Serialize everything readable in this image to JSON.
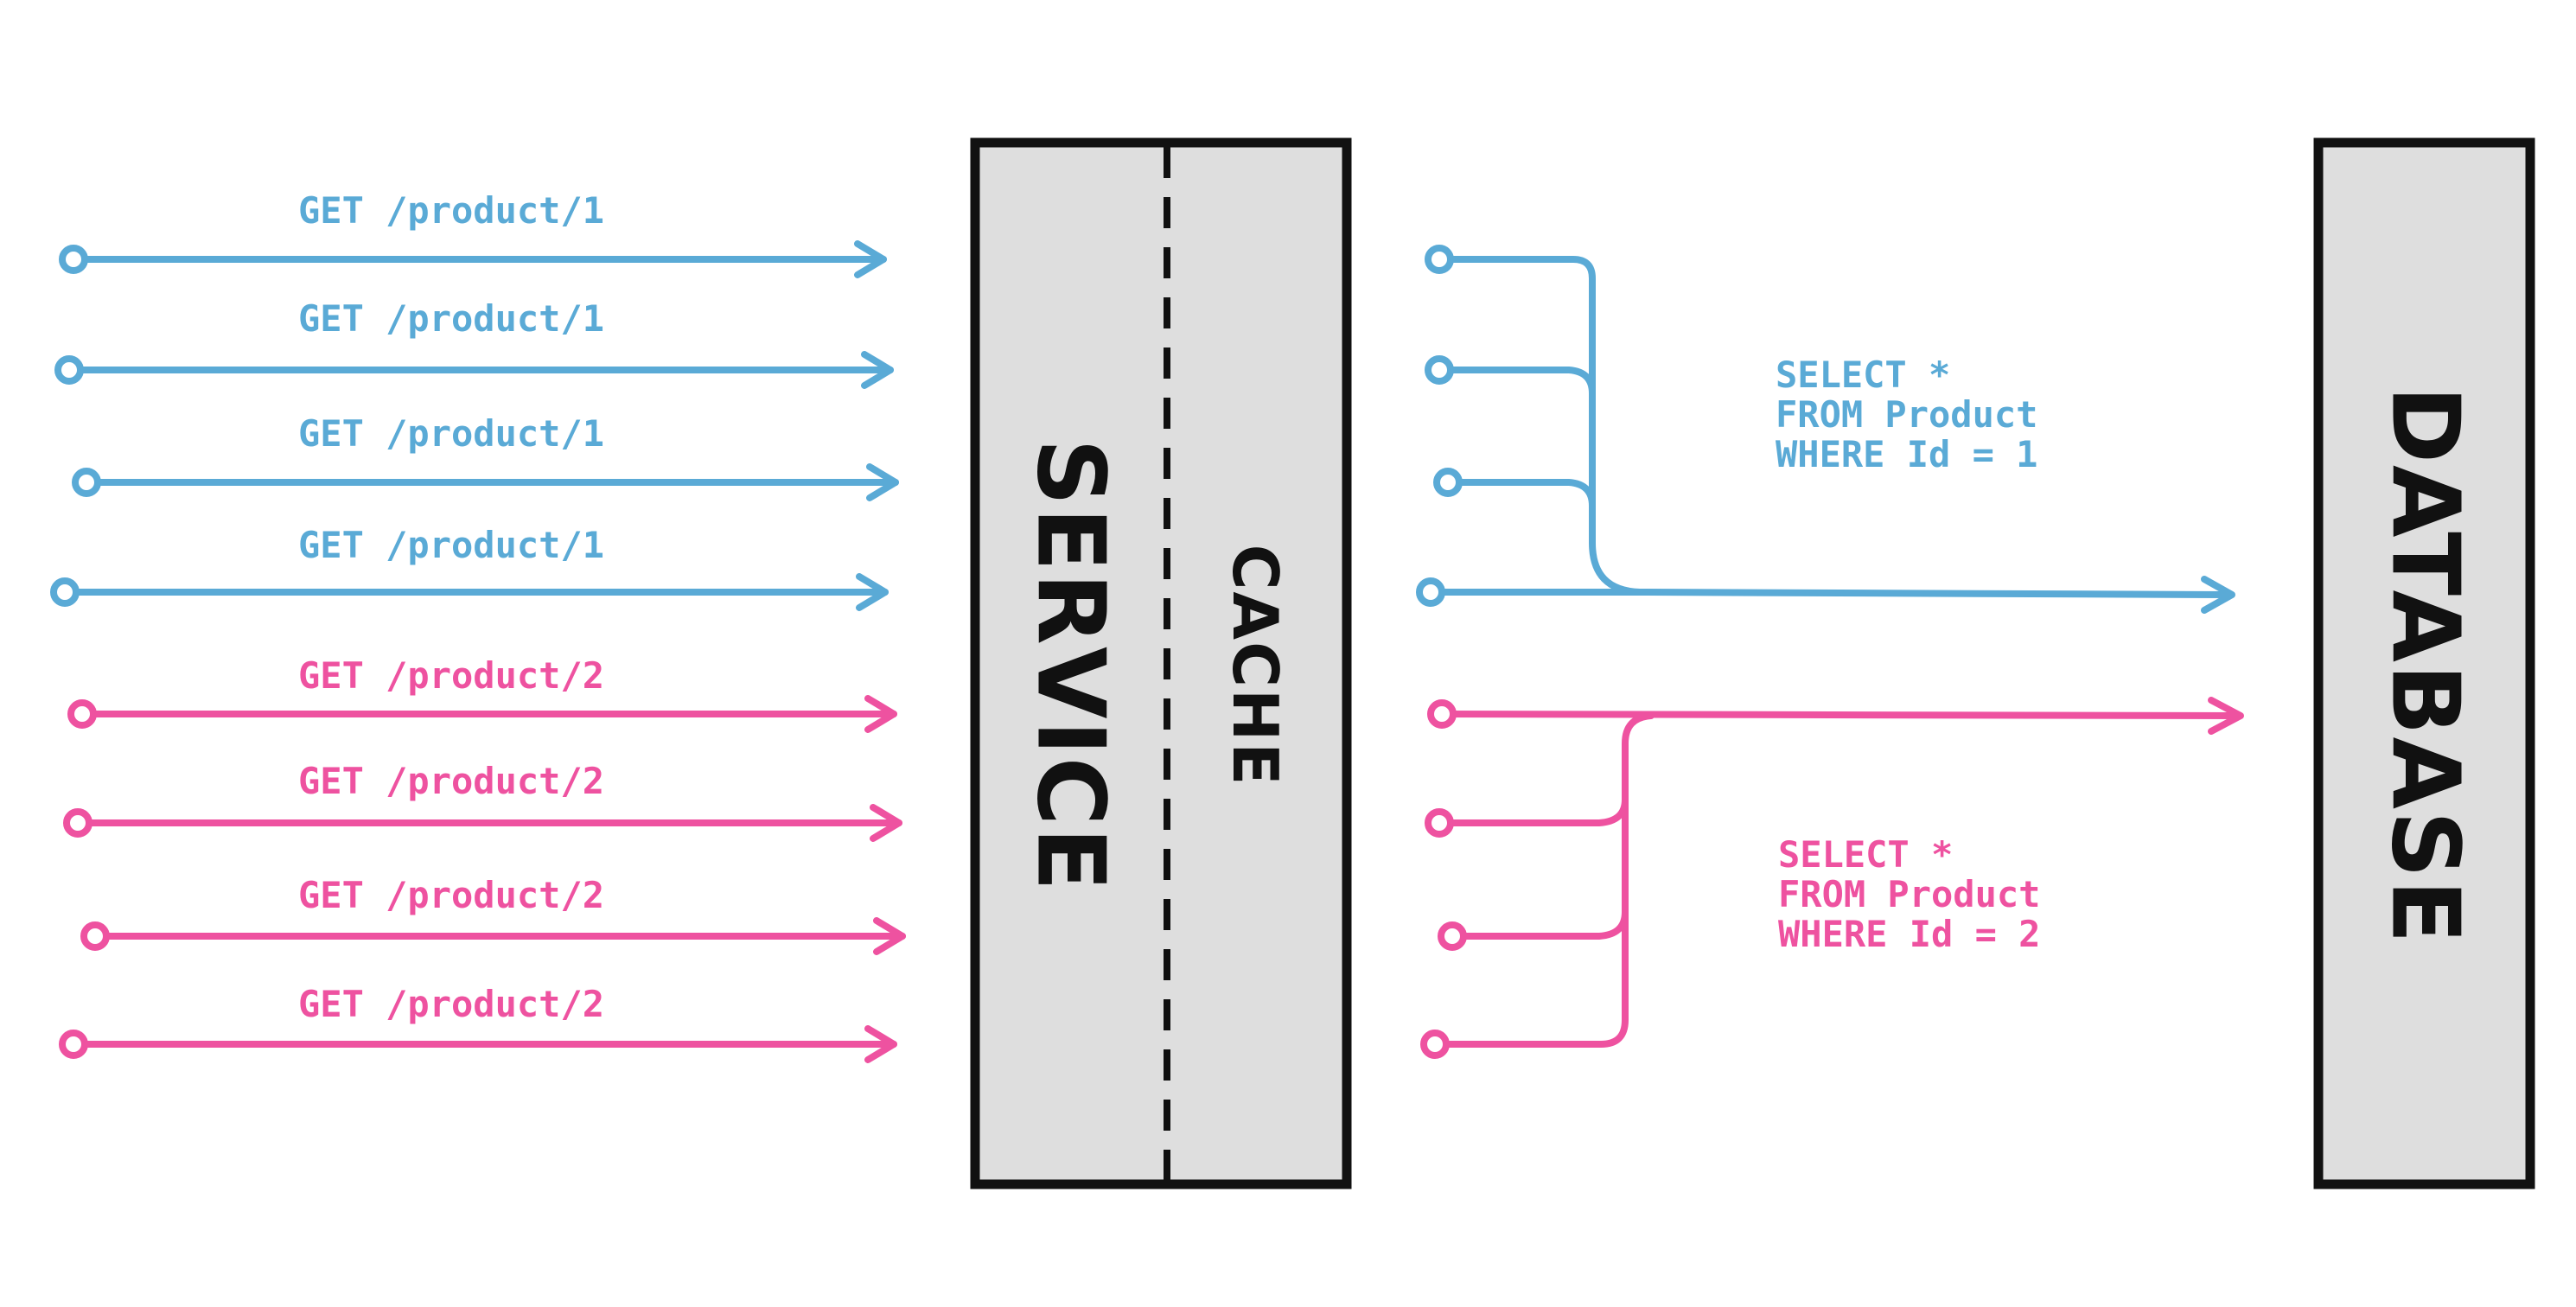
{
  "colors": {
    "blue": "#5aaad6",
    "pink": "#ee52a0",
    "box_fill": "#dedede",
    "box_stroke": "#111111"
  },
  "requests": {
    "product1": [
      "GET /product/1",
      "GET /product/1",
      "GET /product/1",
      "GET /product/1"
    ],
    "product2": [
      "GET /product/2",
      "GET /product/2",
      "GET /product/2",
      "GET /product/2"
    ]
  },
  "boxes": {
    "service": "SERVICE",
    "cache": "CACHE",
    "database": "DATABASE"
  },
  "queries": {
    "product1": [
      "SELECT *",
      "FROM Product",
      "WHERE Id = 1"
    ],
    "product2": [
      "SELECT *",
      "FROM Product",
      "WHERE Id = 2"
    ]
  }
}
